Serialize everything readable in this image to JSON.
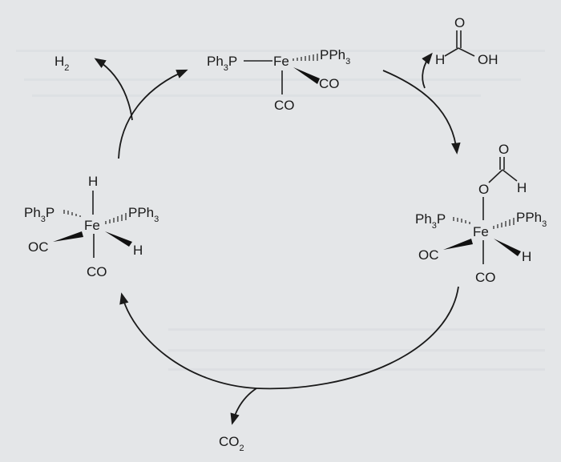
{
  "diagram": {
    "background": "#e4e6e8",
    "ink": "#1a1a1a",
    "species": {
      "top": {
        "left": "Ph3P",
        "metal": "Fe",
        "right": "PPh3",
        "wedge": "CO",
        "down": "CO"
      },
      "formic_acid": {
        "h": "H",
        "oh": "OH",
        "o": "O"
      },
      "right": {
        "top_h": "H",
        "left": "Ph3P",
        "metal": "Fe",
        "right": "PPh3",
        "wedge_left": "OC",
        "wedge_right": "H",
        "down": "CO",
        "o_link": "O",
        "o_carbonyl": "O"
      },
      "left": {
        "top": "H",
        "left": "Ph3P",
        "metal": "Fe",
        "right": "PPh3",
        "wedge_left": "OC",
        "wedge_right": "H",
        "down": "CO"
      }
    },
    "byproducts": {
      "h2": "H2",
      "co2": "CO2"
    }
  }
}
